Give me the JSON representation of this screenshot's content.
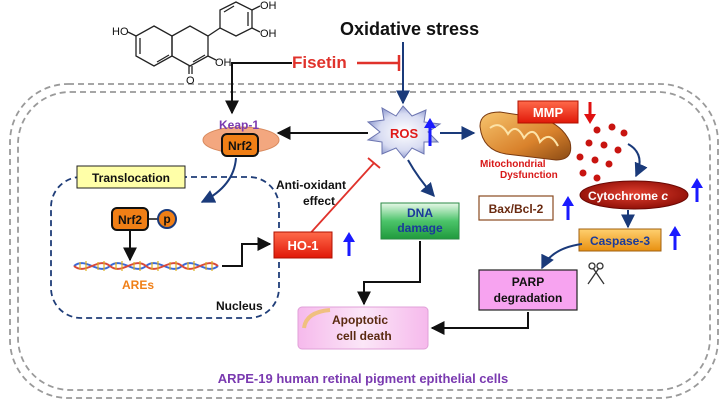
{
  "title": "Oxidative stress",
  "inhibitor": "Fisetin",
  "cell_label": "ARPE-19 human retinal pigment epithelial cells",
  "keap1": "Keap-1",
  "nrf2": "Nrf2",
  "nrf2_nuclear": "Nrf2",
  "p_label": "p",
  "translocation": "Translocation",
  "ares": "AREs",
  "nucleus": "Nucleus",
  "ho1": "HO-1",
  "antioxidant_line1": "Anti-oxidant",
  "antioxidant_line2": "effect",
  "ros": "ROS",
  "dna_line1": "DNA",
  "dna_line2": "damage",
  "apoptotic_line1": "Apoptotic",
  "apoptotic_line2": "cell death",
  "mmp": "MMP",
  "mito_line1": "Mitochondrial",
  "mito_line2": "Dysfunction",
  "bax": "Bax/Bcl-2",
  "cytochrome": "Cytochrome",
  "cytochrome_c": "c",
  "caspase": "Caspase-3",
  "parp_line1": "PARP",
  "parp_line2": "degradation",
  "structure": {
    "oh_left": "HO",
    "oh_top1": "OH",
    "oh_top2": "OH",
    "oh_mid": "OH",
    "carbonyl": "O"
  },
  "colors": {
    "fisetin": "#e0322b",
    "arrow_blue": "#1a3a7a",
    "up_arrow": "#1a1aff",
    "down_arrow": "#e01010",
    "label_purple": "#7a3ab0",
    "inhibit_red": "#e0322b",
    "ho1_fill": "#ff2a12",
    "mmp_fill": "#ff2a12",
    "dna_fill": "#22aa44",
    "caspase_fill": "#f0a020",
    "parp_fill": "#f7a3f0",
    "translocation_fill": "#ffffa8",
    "nrf2_fill": "#f07f16",
    "keap1_fill": "#f3a77f",
    "cyto_fill": "#c81e12"
  }
}
